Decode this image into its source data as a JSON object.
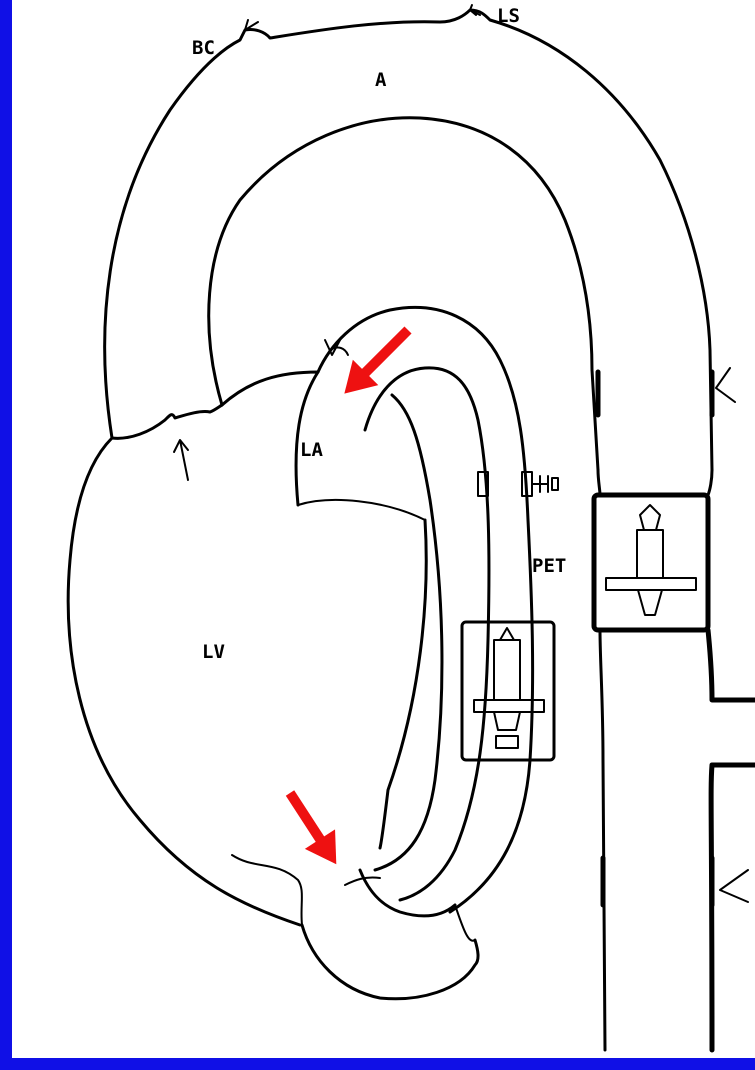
{
  "labels": {
    "bc": "BC",
    "ls": "LS",
    "aorta": "A",
    "left_atrium": "LA",
    "left_ventricle": "LV",
    "pet": "PET"
  },
  "colors": {
    "border": "#1010e6",
    "background": "#ffffff",
    "ink": "#000000",
    "highlight_arrows": "#ee1111"
  },
  "icons": [
    "red-arrow-icon",
    "red-arrow-icon",
    "valve-icon",
    "valve-icon",
    "clamp-icon"
  ]
}
